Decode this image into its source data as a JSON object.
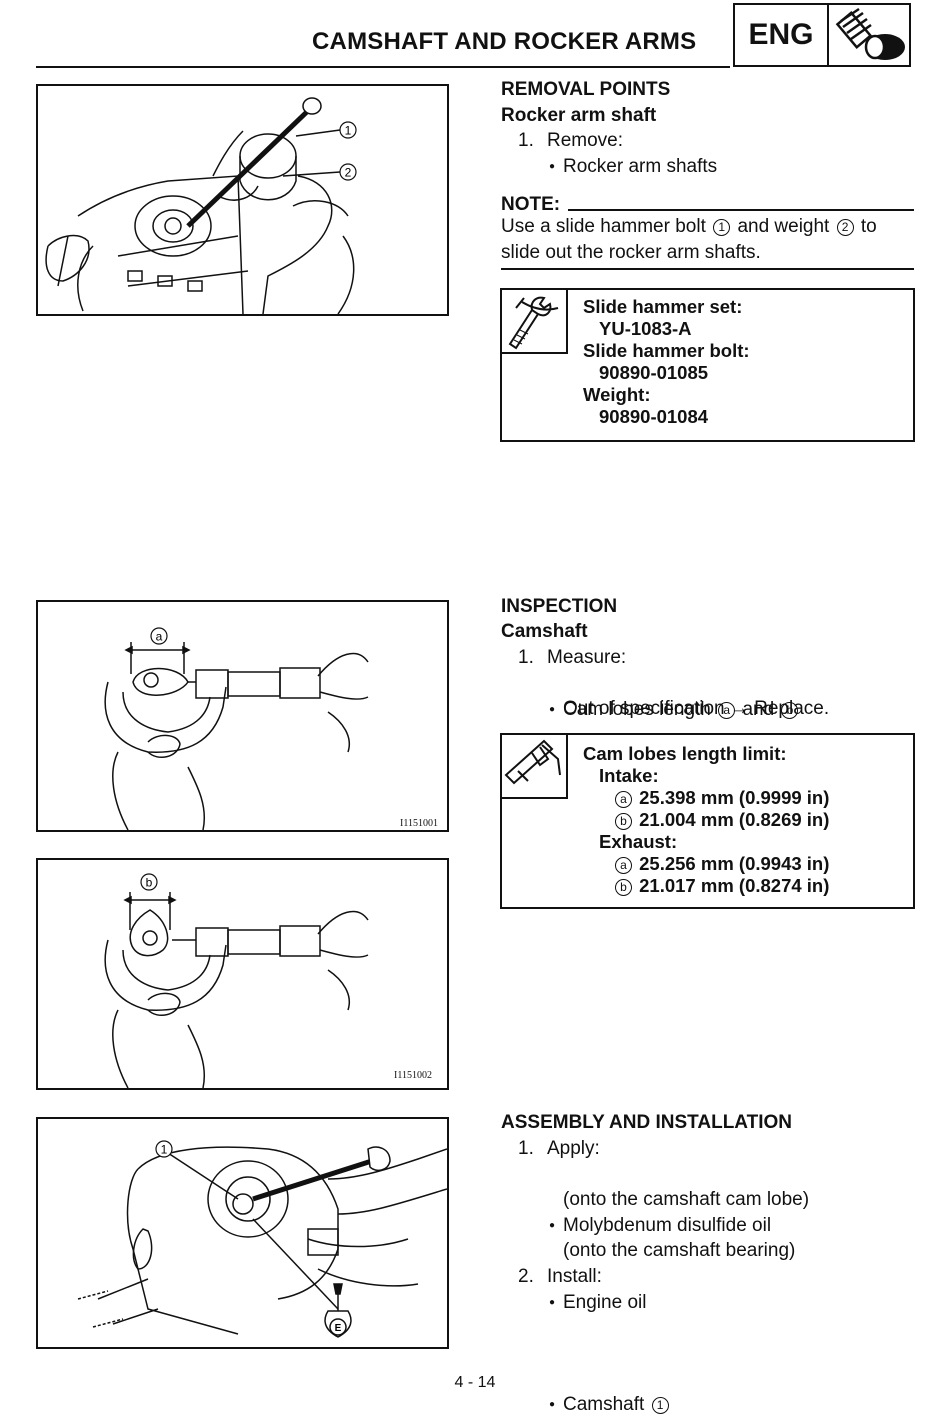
{
  "header": {
    "title": "CAMSHAFT AND ROCKER ARMS",
    "section_tag": "ENG"
  },
  "removal": {
    "heading": "REMOVAL POINTS",
    "subheading": "Rocker arm shaft",
    "step1_num": "1.",
    "step1": "Remove:",
    "bullet1": "Rocker arm shafts",
    "note_label": "NOTE:",
    "note_line1_a": "Use a slide hammer bolt",
    "note_line1_b": "and weight",
    "note_line1_c": "to",
    "note_line2": "slide out the rocker arm shafts.",
    "tool_lines": [
      "Slide hammer set:",
      "YU-1083-A",
      "Slide hammer bolt:",
      "90890-01085",
      "Weight:",
      "90890-01084"
    ]
  },
  "inspection": {
    "heading": "INSPECTION",
    "subheading": "Camshaft",
    "step1_num": "1.",
    "step1": "Measure:",
    "bullet1_a": "Cam lobes length",
    "bullet1_b": "and",
    "result": "Out of specification → Replace.",
    "limit_title": "Cam lobes length limit:",
    "intake_label": "Intake:",
    "intake_a": "25.398 mm (0.9999 in)",
    "intake_b": "21.004 mm (0.8269 in)",
    "exhaust_label": "Exhaust:",
    "exhaust_a": "25.256 mm (0.9943 in)",
    "exhaust_b": "21.017 mm (0.8274 in)"
  },
  "assembly": {
    "heading": "ASSEMBLY AND INSTALLATION",
    "step1_num": "1.",
    "step1": "Apply:",
    "bullet1": "Molybdenum disulfide oil",
    "bullet1_sub": "(onto the camshaft cam lobe)",
    "bullet2": "Engine oil",
    "bullet2_sub": "(onto the camshaft bearing)",
    "step2_num": "2.",
    "step2": "Install:",
    "bullet3": "Camshaft"
  },
  "markers": {
    "one": "1",
    "two": "2",
    "a": "a",
    "b": "b",
    "e": "E"
  },
  "figures": {
    "fig2_code": "I1151001",
    "fig3_code": "I1151002"
  },
  "page_number": "4 - 14"
}
